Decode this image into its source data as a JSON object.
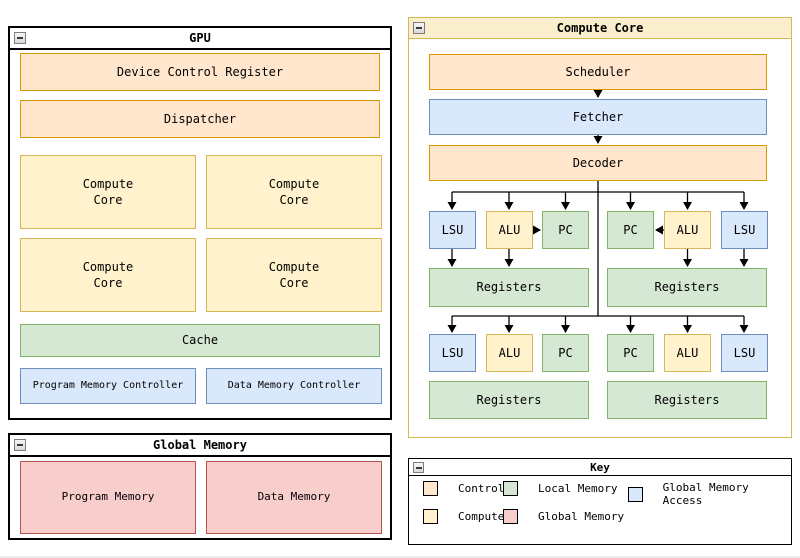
{
  "palette": {
    "control_fill": "#ffe6cc",
    "control_border": "#d79b00",
    "compute_fill": "#fff2cc",
    "compute_border": "#d6b656",
    "local_memory_fill": "#d5e8d4",
    "local_memory_border": "#82b366",
    "global_memory_fill": "#f8cecc",
    "global_memory_border": "#b85450",
    "global_memory_access_fill": "#dae8fc",
    "global_memory_access_border": "#6c8ebf",
    "panel_border": "#000000",
    "compute_core_panel_border": "#d6b656",
    "compute_core_header_fill": "#f9efcc"
  },
  "gpu_panel": {
    "title": "GPU",
    "blocks": {
      "device_control_register": "Device Control Register",
      "dispatcher": "Dispatcher",
      "compute_core_1": "Compute\nCore",
      "compute_core_2": "Compute\nCore",
      "compute_core_3": "Compute\nCore",
      "compute_core_4": "Compute\nCore",
      "cache": "Cache",
      "program_memory_controller": "Program Memory Controller",
      "data_memory_controller": "Data Memory Controller"
    }
  },
  "global_memory_panel": {
    "title": "Global Memory",
    "blocks": {
      "program_memory": "Program Memory",
      "data_memory": "Data Memory"
    }
  },
  "compute_core_panel": {
    "title": "Compute Core",
    "blocks": {
      "scheduler": "Scheduler",
      "fetcher": "Fetcher",
      "decoder": "Decoder"
    },
    "unit_row1": [
      "LSU",
      "ALU",
      "PC",
      "PC",
      "ALU",
      "LSU"
    ],
    "registers_row1": [
      "Registers",
      "Registers"
    ],
    "unit_row2": [
      "LSU",
      "ALU",
      "PC",
      "PC",
      "ALU",
      "LSU"
    ],
    "registers_row2": [
      "Registers",
      "Registers"
    ]
  },
  "key_panel": {
    "title": "Key",
    "items": [
      {
        "label": "Control",
        "fill": "#ffe6cc",
        "border": "#d79b00"
      },
      {
        "label": "Local Memory",
        "fill": "#d5e8d4",
        "border": "#82b366"
      },
      {
        "label": "Global Memory Access",
        "fill": "#dae8fc",
        "border": "#6c8ebf"
      },
      {
        "label": "Compute",
        "fill": "#fff2cc",
        "border": "#d6b656"
      },
      {
        "label": "Global Memory",
        "fill": "#f8cecc",
        "border": "#b85450"
      }
    ]
  }
}
